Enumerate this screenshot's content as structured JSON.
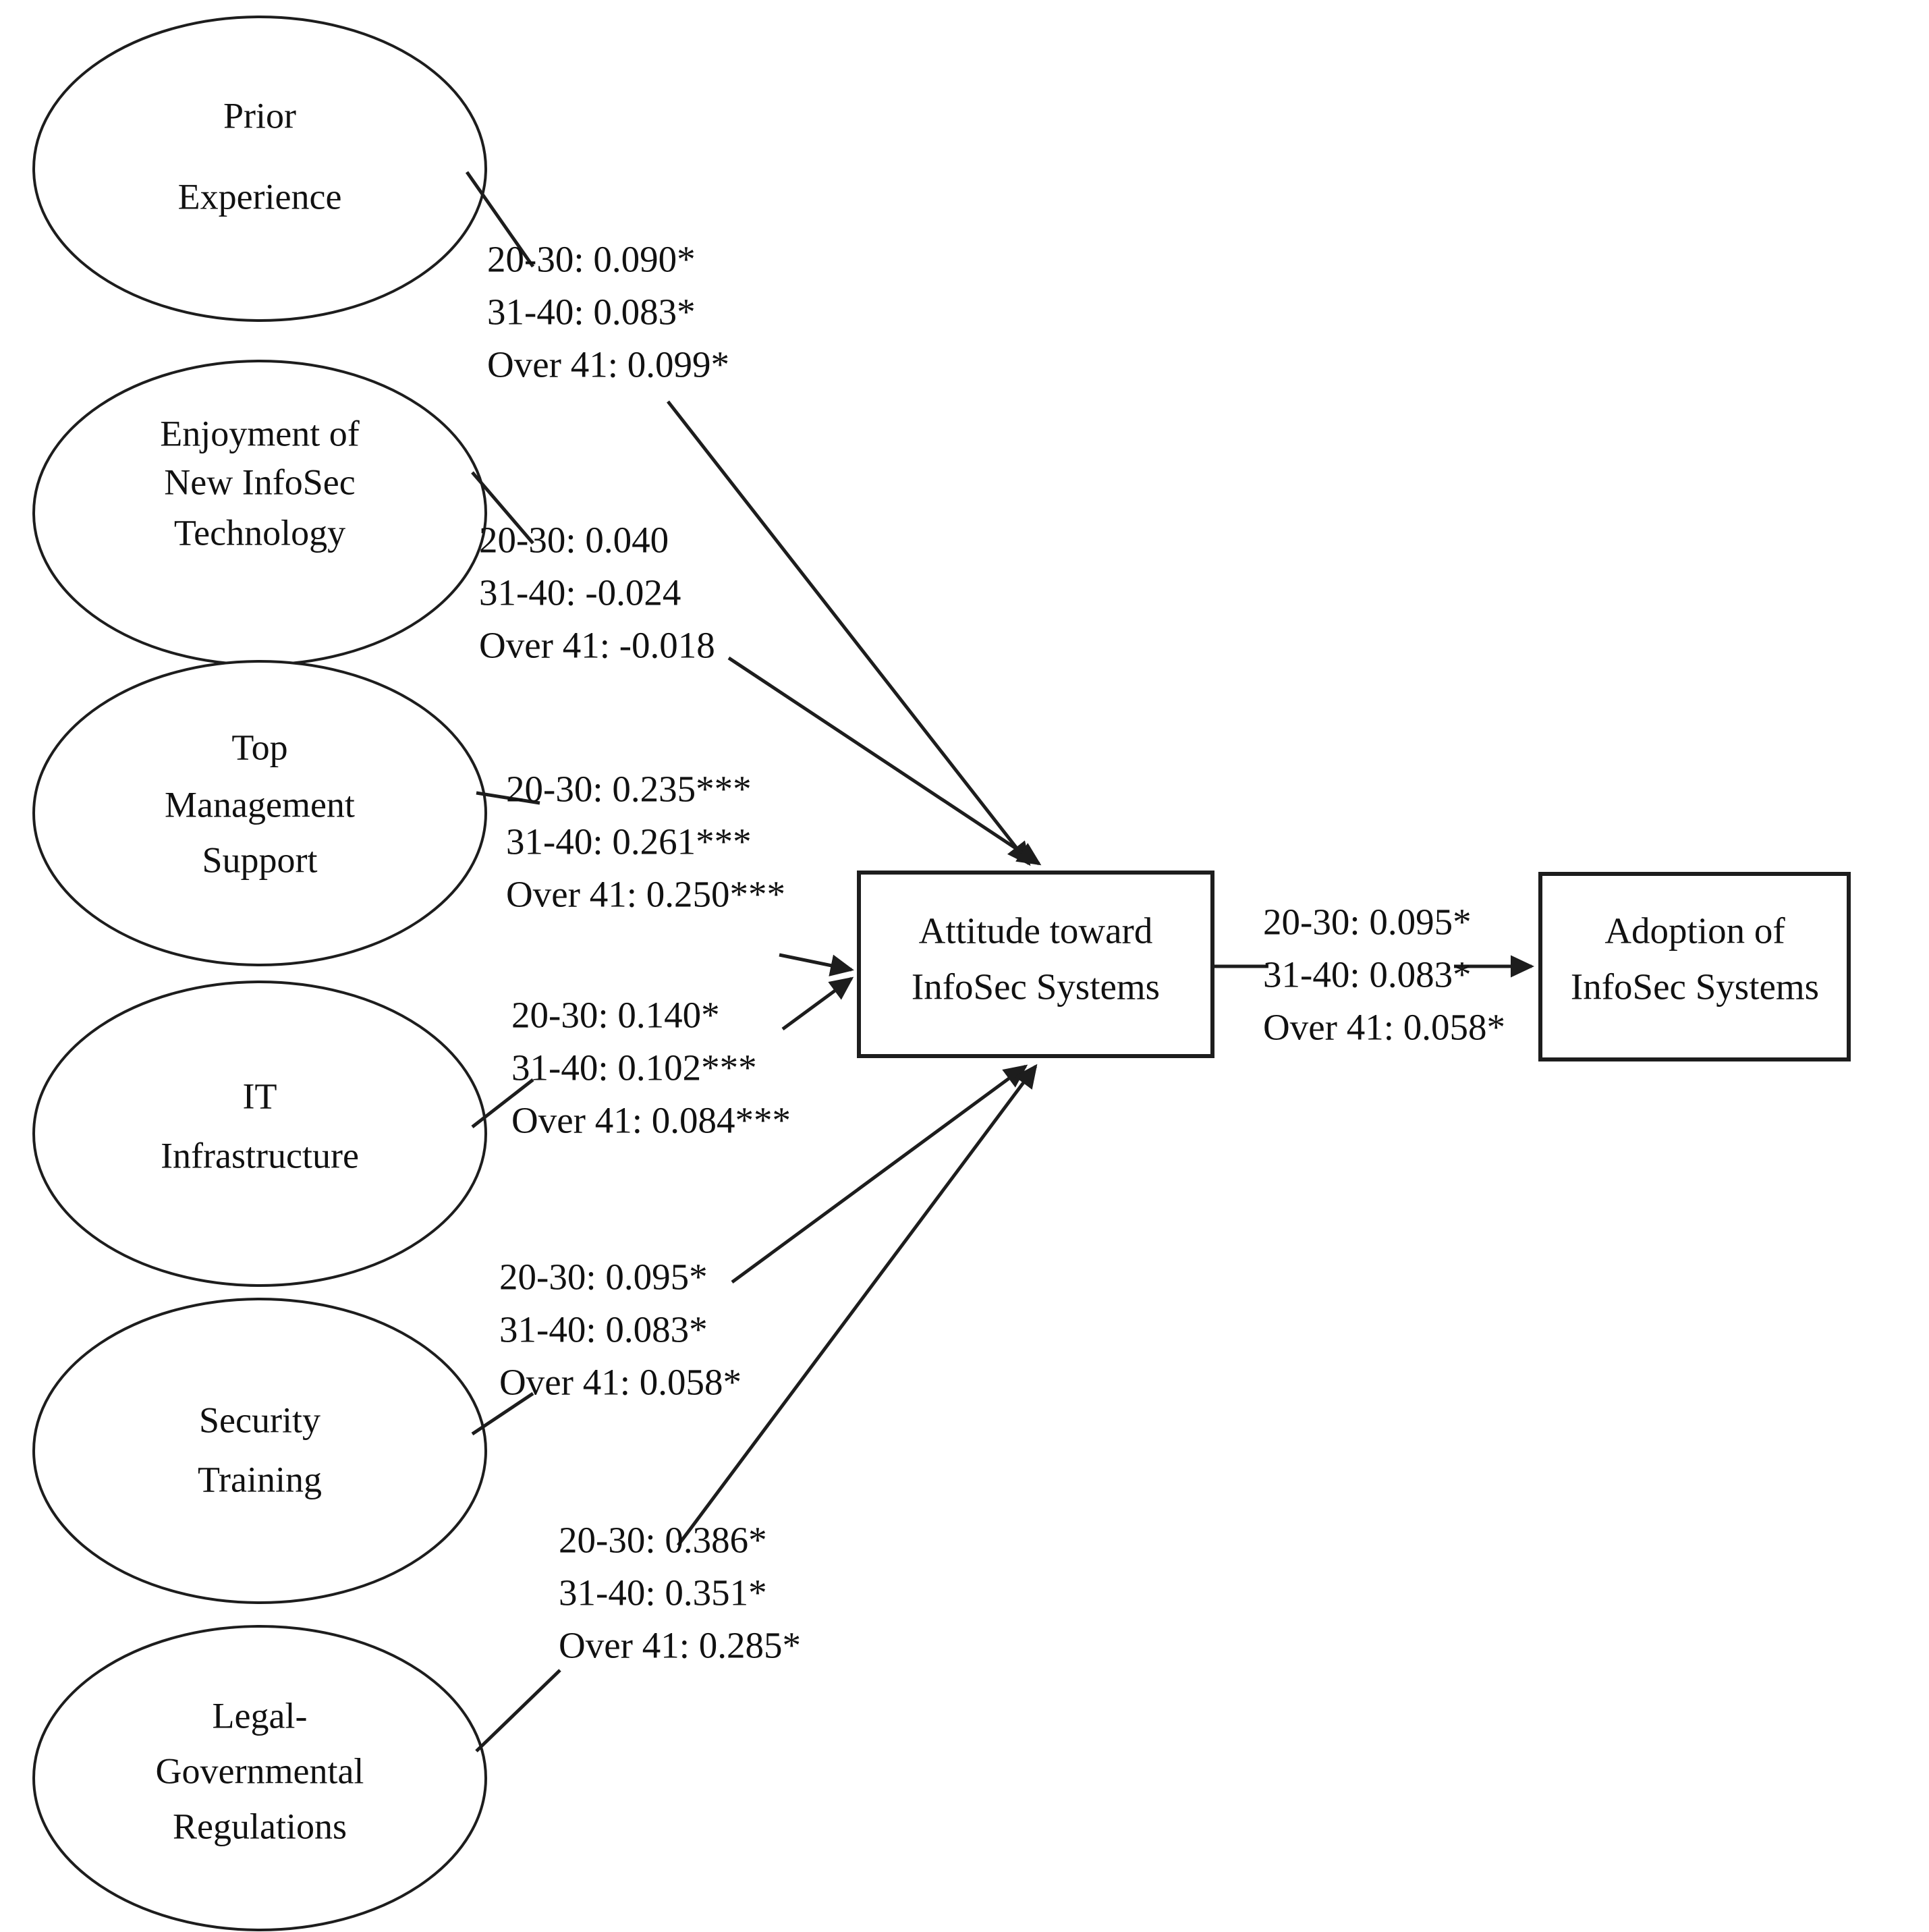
{
  "diagram": {
    "type": "structural-equation-model",
    "orientation": "left-to-right",
    "background_color": "#ffffff",
    "line_color": "#1d1d1d",
    "text_color": "#111111",
    "age_groups": [
      "20-30",
      "31-40",
      "Over 41"
    ],
    "exogenous_nodes": [
      {
        "id": "prior-experience",
        "shape": "ellipse",
        "lines": [
          "Prior",
          "Experience"
        ]
      },
      {
        "id": "enjoyment-new-infosec-technology",
        "shape": "ellipse",
        "lines": [
          "Enjoyment of",
          "New InfoSec",
          "Technology"
        ]
      },
      {
        "id": "top-management-support",
        "shape": "ellipse",
        "lines": [
          "Top",
          "Management",
          "Support"
        ]
      },
      {
        "id": "it-infrastructure",
        "shape": "ellipse",
        "lines": [
          "IT",
          "Infrastructure"
        ]
      },
      {
        "id": "security-training",
        "shape": "ellipse",
        "lines": [
          "Security",
          "Training"
        ]
      },
      {
        "id": "legal-governmental-regulations",
        "shape": "ellipse",
        "lines": [
          "Legal-",
          "Governmental",
          "Regulations"
        ]
      }
    ],
    "endogenous_nodes": [
      {
        "id": "attitude-toward-infosec-systems",
        "shape": "rectangle",
        "lines": [
          "Attitude toward",
          "InfoSec Systems"
        ]
      },
      {
        "id": "adoption-of-infosec-systems",
        "shape": "rectangle",
        "lines": [
          "Adoption of",
          "InfoSec Systems"
        ]
      }
    ],
    "path_labels": [
      {
        "id": "prior-experience-to-attitude",
        "from": "prior-experience",
        "to": "attitude-toward-infosec-systems",
        "lines": [
          "20-30: 0.090*",
          "31-40: 0.083*",
          "Over 41: 0.099*"
        ]
      },
      {
        "id": "enjoyment-to-attitude",
        "from": "enjoyment-new-infosec-technology",
        "to": "attitude-toward-infosec-systems",
        "lines": [
          "20-30: 0.040",
          "31-40: -0.024",
          "Over 41: -0.018"
        ]
      },
      {
        "id": "top-management-support-to-attitude",
        "from": "top-management-support",
        "to": "attitude-toward-infosec-systems",
        "lines": [
          "20-30: 0.235***",
          "31-40: 0.261***",
          "Over 41: 0.250***"
        ]
      },
      {
        "id": "it-infrastructure-to-attitude",
        "from": "it-infrastructure",
        "to": "attitude-toward-infosec-systems",
        "lines": [
          "20-30: 0.140*",
          "31-40: 0.102***",
          "Over 41: 0.084***"
        ]
      },
      {
        "id": "security-training-to-attitude",
        "from": "security-training",
        "to": "attitude-toward-infosec-systems",
        "lines": [
          "20-30: 0.095*",
          "31-40: 0.083*",
          "Over 41: 0.058*"
        ]
      },
      {
        "id": "legal-regulations-to-attitude",
        "from": "legal-governmental-regulations",
        "to": "attitude-toward-infosec-systems",
        "lines": [
          "20-30: 0.386*",
          "31-40: 0.351*",
          "Over 41: 0.285*"
        ]
      },
      {
        "id": "attitude-to-adoption",
        "from": "attitude-toward-infosec-systems",
        "to": "adoption-of-infosec-systems",
        "lines": [
          "20-30: 0.095*",
          "31-40: 0.083*",
          "Over 41: 0.058*"
        ]
      }
    ]
  },
  "chart_data": {
    "type": "diagram",
    "title": "",
    "categories": [
      "20-30",
      "31-40",
      "Over 41"
    ],
    "series": [
      {
        "name": "Prior Experience → Attitude",
        "values": [
          0.09,
          0.083,
          0.099
        ],
        "significance": [
          "*",
          "*",
          "*"
        ]
      },
      {
        "name": "Enjoyment of New InfoSec Technology → Attitude",
        "values": [
          0.04,
          -0.024,
          -0.018
        ],
        "significance": [
          "",
          "",
          ""
        ]
      },
      {
        "name": "Top Management Support → Attitude",
        "values": [
          0.235,
          0.261,
          0.25
        ],
        "significance": [
          "***",
          "***",
          "***"
        ]
      },
      {
        "name": "IT Infrastructure → Attitude",
        "values": [
          0.14,
          0.102,
          0.084
        ],
        "significance": [
          "*",
          "***",
          "***"
        ]
      },
      {
        "name": "Security Training → Attitude",
        "values": [
          0.095,
          0.083,
          0.058
        ],
        "significance": [
          "*",
          "*",
          "*"
        ]
      },
      {
        "name": "Legal-Governmental Regulations → Attitude",
        "values": [
          0.386,
          0.351,
          0.285
        ],
        "significance": [
          "*",
          "*",
          "*"
        ]
      },
      {
        "name": "Attitude → Adoption of InfoSec Systems",
        "values": [
          0.095,
          0.083,
          0.058
        ],
        "significance": [
          "*",
          "*",
          "*"
        ]
      }
    ]
  }
}
